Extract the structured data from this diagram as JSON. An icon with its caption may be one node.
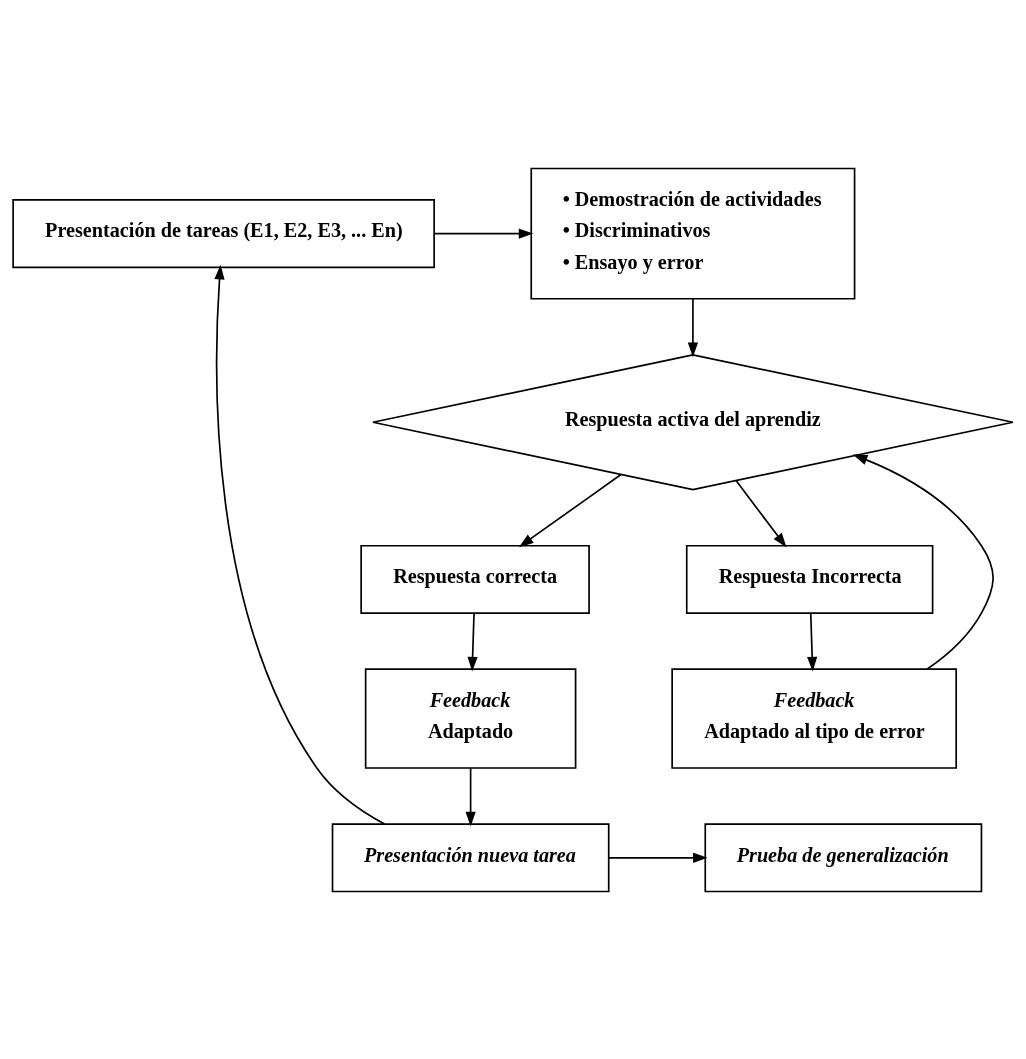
{
  "diagram": {
    "nodes": [
      {
        "text": [
          "Presentación de tareas (E1, E2, E3, ... En)"
        ]
      },
      {
        "text": [
          "• Demostración de actividades",
          "• Discriminativos",
          "• Ensayo y error"
        ]
      },
      {
        "text": [
          "Respuesta activa del aprendiz"
        ]
      },
      {
        "text": [
          "Respuesta correcta"
        ]
      },
      {
        "text": [
          "Respuesta Incorrecta"
        ]
      },
      {
        "text": [
          "Feedback",
          "Adaptado"
        ]
      },
      {
        "text": [
          "Feedback",
          "Adaptado al tipo de error"
        ]
      },
      {
        "text": [
          "Presentación nueva tarea"
        ]
      },
      {
        "text": [
          "Prueba de generalización"
        ]
      }
    ],
    "edges": [
      {
        "from": 0,
        "to": 1,
        "arrow": "to"
      },
      {
        "from": 1,
        "to": 2,
        "arrow": "to"
      },
      {
        "from": 2,
        "to": 3,
        "arrow": "to"
      },
      {
        "from": 2,
        "to": 4,
        "arrow": "to"
      },
      {
        "from": 3,
        "to": 5,
        "arrow": "to"
      },
      {
        "from": 4,
        "to": 6,
        "arrow": "to"
      },
      {
        "from": 6,
        "to": 2,
        "arrow": "to"
      },
      {
        "from": 5,
        "to": 7,
        "arrow": "to"
      },
      {
        "from": 7,
        "to": 8,
        "arrow": "to"
      },
      {
        "from": 7,
        "to": 0,
        "arrow": "to"
      }
    ]
  }
}
